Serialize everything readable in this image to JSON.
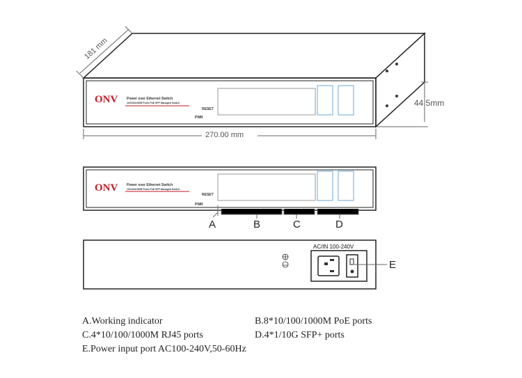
{
  "dimensions": {
    "depth": "181 mm",
    "height": "44.5mm",
    "width": "270.00 mm"
  },
  "front_panel": {
    "brand": "ONV",
    "product": "Power over Ethernet Switch",
    "model_line": "10/100/1000M Ports PoE SFP Managed Switch",
    "reset": "RESET",
    "pwr": "PWR"
  },
  "rear_panel": {
    "power_label": "AC/IN 100-240V"
  },
  "callouts": {
    "a": "A",
    "b": "B",
    "c": "C",
    "d": "D",
    "e": "E"
  },
  "legend": [
    "A.Working indicator",
    "B.8*10/100/1000M PoE ports",
    "C.4*10/100/1000M RJ45 ports",
    "D.4*1/10G SFP+ ports",
    "E.Power input port AC100-240V,50-60Hz"
  ]
}
